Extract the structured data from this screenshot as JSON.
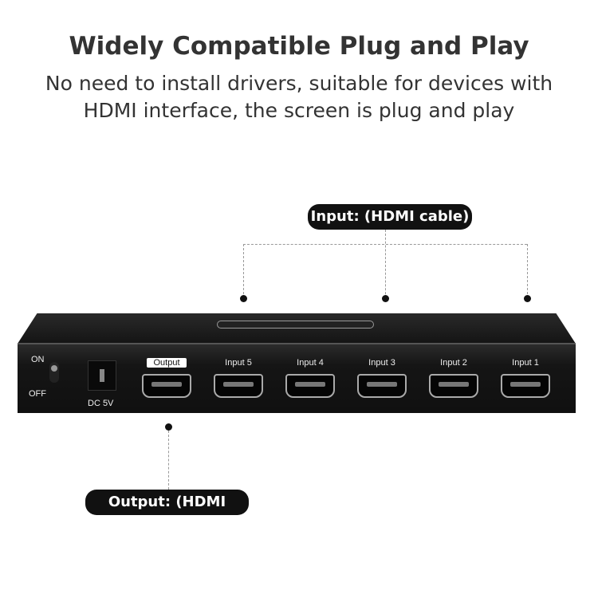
{
  "title": "Widely Compatible Plug and Play",
  "subtitle_lines": [
    "No need to install drivers, suitable for devices with",
    "HDMI interface, the screen is plug and play"
  ],
  "input_callout": "Input: (HDMI cable)",
  "output_callout": "Output: (HDMI cable",
  "device": {
    "switch_on": "ON",
    "switch_off": "OFF",
    "power": "DC 5V",
    "ports": [
      "Output",
      "Input 5",
      "Input 4",
      "Input 3",
      "Input 2",
      "Input 1"
    ]
  }
}
